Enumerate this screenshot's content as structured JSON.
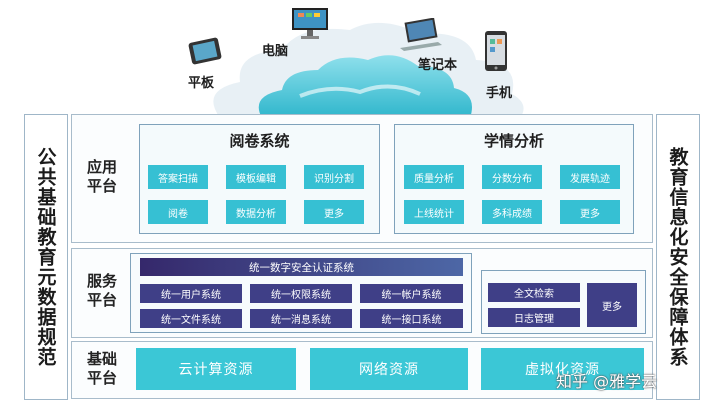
{
  "devices": [
    {
      "icon": "tablet-icon",
      "label": "平板"
    },
    {
      "icon": "desktop-monitor-icon",
      "label": "电脑"
    },
    {
      "icon": "laptop-icon",
      "label": "笔记本"
    },
    {
      "icon": "smartphone-icon",
      "label": "手机"
    }
  ],
  "left_side": {
    "label": "公共基础教育元数据规范"
  },
  "right_side": {
    "label": "教育信息化安全保障体系"
  },
  "application_layer": {
    "label": "应用平台",
    "panels": [
      {
        "title": "阅卷系统",
        "items": [
          "答案扫描",
          "模板编辑",
          "识别分割",
          "阅卷",
          "数据分析",
          "更多"
        ]
      },
      {
        "title": "学情分析",
        "items": [
          "质量分析",
          "分数分布",
          "发展轨迹",
          "上线统计",
          "多科成绩",
          "更多"
        ]
      }
    ]
  },
  "service_layer": {
    "label": "服务平台",
    "auth_bar": "统一数字安全认证系统",
    "services": [
      "统一用户系统",
      "统一权限系统",
      "统一帐户系统",
      "统一文件系统",
      "统一消息系统",
      "统一接口系统"
    ],
    "extras": [
      "全文检索",
      "日志管理"
    ],
    "more": "更多"
  },
  "base_layer": {
    "label": "基础平台",
    "resources": [
      "云计算资源",
      "网络资源",
      "虚拟化资源"
    ]
  },
  "watermark": "知乎 @雅学云",
  "colors": {
    "cyan": "#36c0d3",
    "navy": "#3f3f87",
    "border": "#7fa2bb"
  }
}
